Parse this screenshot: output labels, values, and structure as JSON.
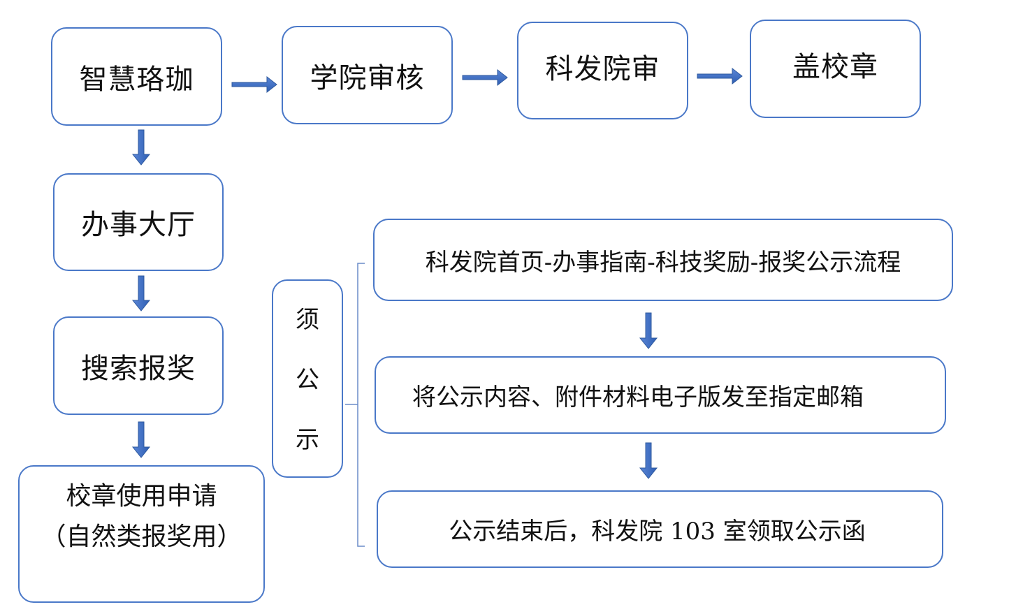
{
  "nodes": {
    "zhihui": "智慧珞珈",
    "xueyuan": "学院审核",
    "kefa": "科发院审",
    "gaizhang": "盖校章",
    "banshi": "办事大厅",
    "sousuo": "搜索报奖",
    "xiaozhang_line1": "校章使用申请",
    "xiaozhang_line2": "（自然类报奖用）",
    "xu": "须",
    "gong": "公",
    "shi": "示",
    "step1": "科发院首页-办事指南-科技奖励-报奖公示流程",
    "step2": "将公示内容、附件材料电子版发至指定邮箱",
    "step3": "公示结束后，科发院 103 室领取公示函"
  },
  "colors": {
    "border": "#4a78c8",
    "arrow": "#3f6fc4",
    "bracket": "#6a8cc8",
    "text": "#111111"
  }
}
